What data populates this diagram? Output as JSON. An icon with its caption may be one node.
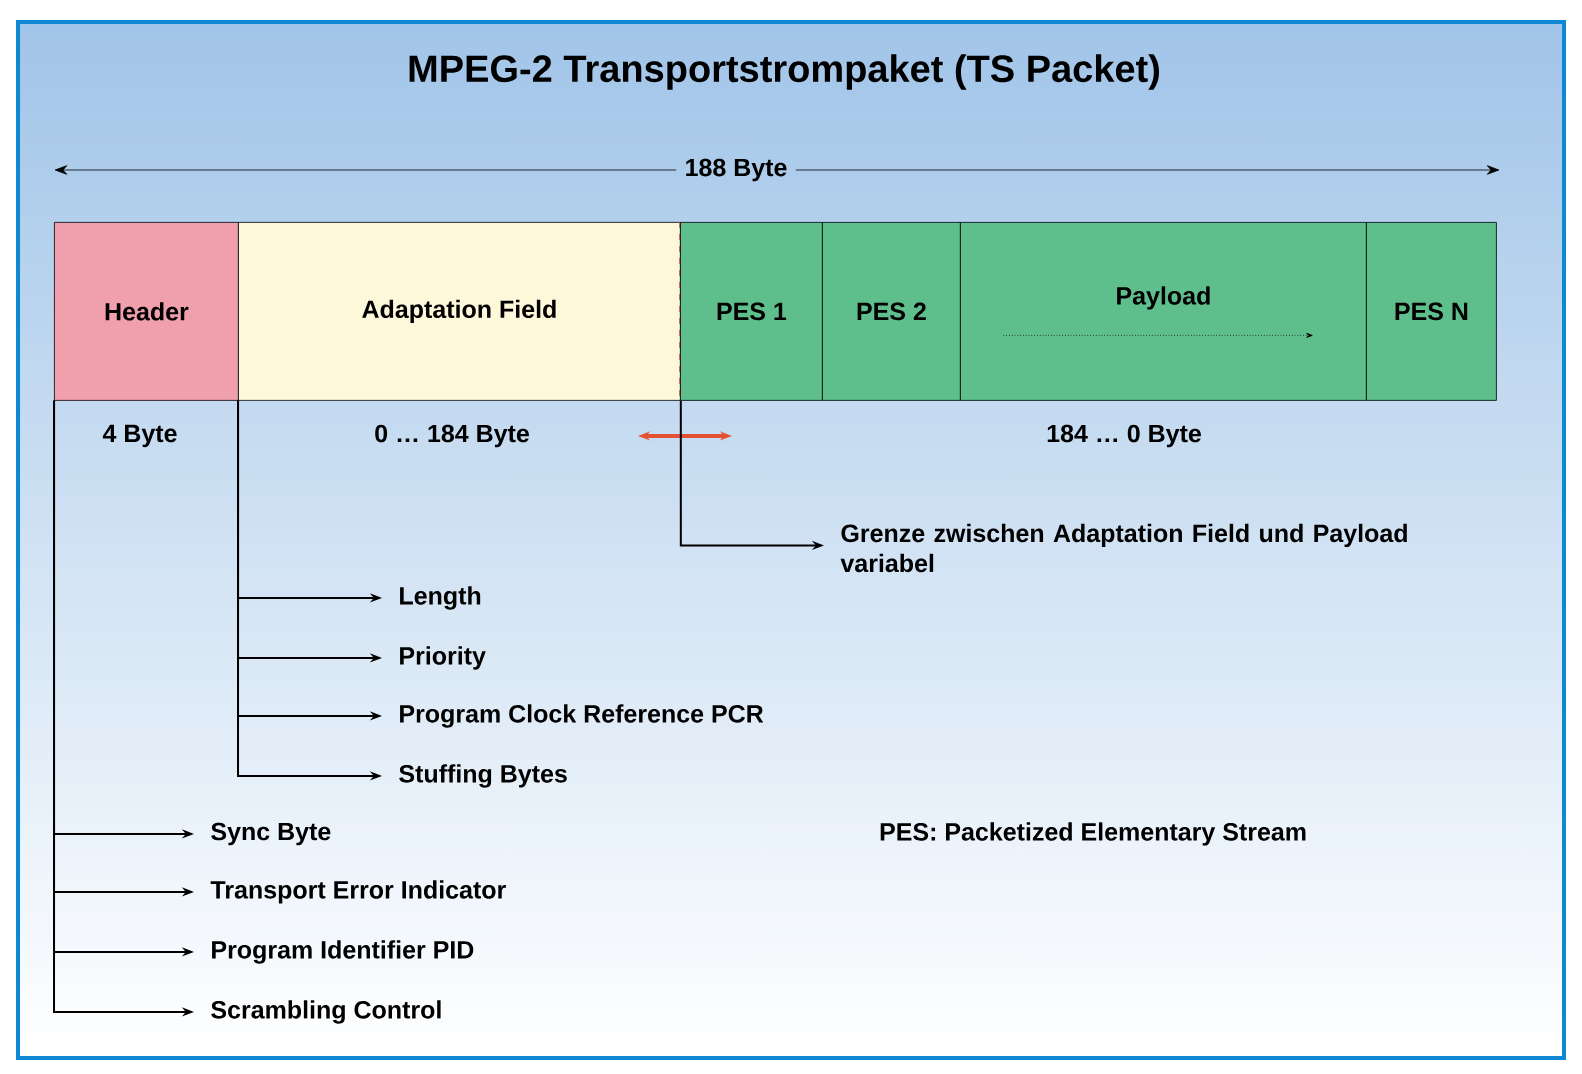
{
  "diagram": {
    "title": "MPEG-2 Transportstrompaket (TS Packet)",
    "nodes": [
      {
        "text": [
          "Header"
        ],
        "beside": [
          "4 Byte"
        ]
      },
      {
        "text": [
          "Adaptation Field"
        ],
        "beside": [
          "0 … 184 Byte"
        ]
      },
      {
        "text": [
          "PES 1"
        ]
      },
      {
        "text": [
          "PES 2"
        ]
      },
      {
        "text": [
          "Payload"
        ]
      },
      {
        "text": [
          "PES N"
        ]
      },
      {
        "text": [
          "Grenze zwischen Adaptation Field und Payload variabel"
        ]
      },
      {
        "text": [
          "Length"
        ]
      },
      {
        "text": [
          "Priority"
        ]
      },
      {
        "text": [
          "Program Clock Reference PCR"
        ]
      },
      {
        "text": [
          "Stuffing Bytes"
        ]
      },
      {
        "text": [
          "Sync Byte"
        ]
      },
      {
        "text": [
          "Transport Error Indicator"
        ]
      },
      {
        "text": [
          "Program Identifier PID"
        ]
      },
      {
        "text": [
          "Scrambling Control"
        ]
      }
    ],
    "edges": [
      {
        "from": 1,
        "to": 6,
        "arrow": "to"
      },
      {
        "from": 1,
        "to": 7,
        "arrow": "to"
      },
      {
        "from": 1,
        "to": 8,
        "arrow": "to"
      },
      {
        "from": 1,
        "to": 9,
        "arrow": "to"
      },
      {
        "from": 1,
        "to": 10,
        "arrow": "to"
      },
      {
        "from": 0,
        "to": 11,
        "arrow": "to"
      },
      {
        "from": 0,
        "to": 12,
        "arrow": "to"
      },
      {
        "from": 0,
        "to": 13,
        "arrow": "to"
      },
      {
        "from": 0,
        "to": 14,
        "arrow": "to"
      }
    ],
    "labels": [
      "188 Byte",
      "184 … 0 Byte",
      "PES: Packetized Elementary Stream"
    ]
  }
}
